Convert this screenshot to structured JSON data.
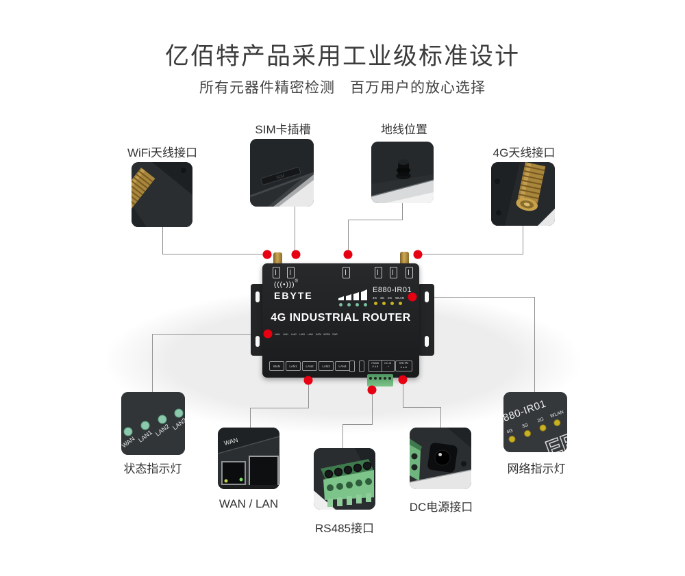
{
  "page": {
    "title": "亿佰特产品采用工业级标准设计",
    "subtitle": "所有元器件精密检测　百万用户的放心选择"
  },
  "device": {
    "brand": "EBYTE",
    "brand_mark": "(((•)))",
    "reg_mark": "®",
    "model": "E880-IR01",
    "product_title": "4G INDUSTRIAL ROUTER",
    "net_led_labels": [
      "4G",
      "3G",
      "2G",
      "WLAN"
    ],
    "status_led_labels": [
      "WAN",
      "LAN1",
      "LAN2",
      "LAN3",
      "LAN4",
      "DATA",
      "WORK",
      "PWR"
    ],
    "port_labels": [
      "WAN",
      "LAN1",
      "LAN2",
      "LAN3",
      "LAN4"
    ],
    "terminal": {
      "rs485_label": "RS485",
      "rs485_pins": "G A B",
      "dcin_label": "DC-IN",
      "dcin_pins": "-  +",
      "dc_jack_label": "DC-IN",
      "dc_polarity": "⊖ ● ⊕"
    }
  },
  "callouts": {
    "wifi": {
      "label": "WiFi天线接口"
    },
    "sim": {
      "label": "SIM卡插槽",
      "photo_text": "SIM"
    },
    "ground": {
      "label": "地线位置"
    },
    "antenna4g": {
      "label": "4G天线接口"
    },
    "status": {
      "label": "状态指示灯"
    },
    "wanlan": {
      "label": "WAN / LAN",
      "photo_text": "WAN"
    },
    "rs485": {
      "label": "RS485接口"
    },
    "dc": {
      "label": "DC电源接口"
    },
    "network": {
      "label": "网络指示灯",
      "photo_partial": "ER"
    }
  },
  "colors": {
    "accent_red": "#e60012",
    "leader_gray": "#8f8f8f",
    "body_black": "#1d1f21",
    "gold_brass": "#c09a45",
    "led_green": "#7fc3a3",
    "led_yellow": "#c9b520",
    "led_red": "#b5221c",
    "terminal_green": "#7cc489",
    "text_dark": "#3c3c3c"
  }
}
